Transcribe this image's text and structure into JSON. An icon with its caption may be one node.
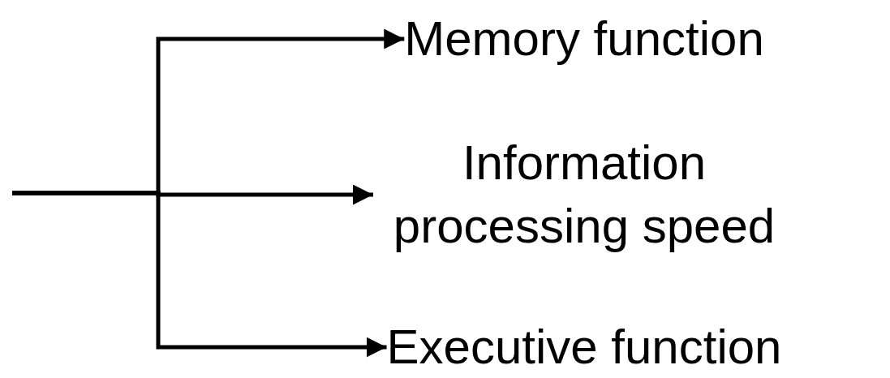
{
  "diagram": {
    "nodes": [
      {
        "text": [
          "Memory function"
        ]
      },
      {
        "text": [
          "Information processing speed"
        ]
      },
      {
        "text": [
          "Executive function"
        ]
      }
    ],
    "edges": [
      {
        "from": null,
        "to": 0,
        "arrow": "to"
      },
      {
        "from": null,
        "to": 1,
        "arrow": "to"
      },
      {
        "from": null,
        "to": 2,
        "arrow": "to"
      }
    ]
  }
}
